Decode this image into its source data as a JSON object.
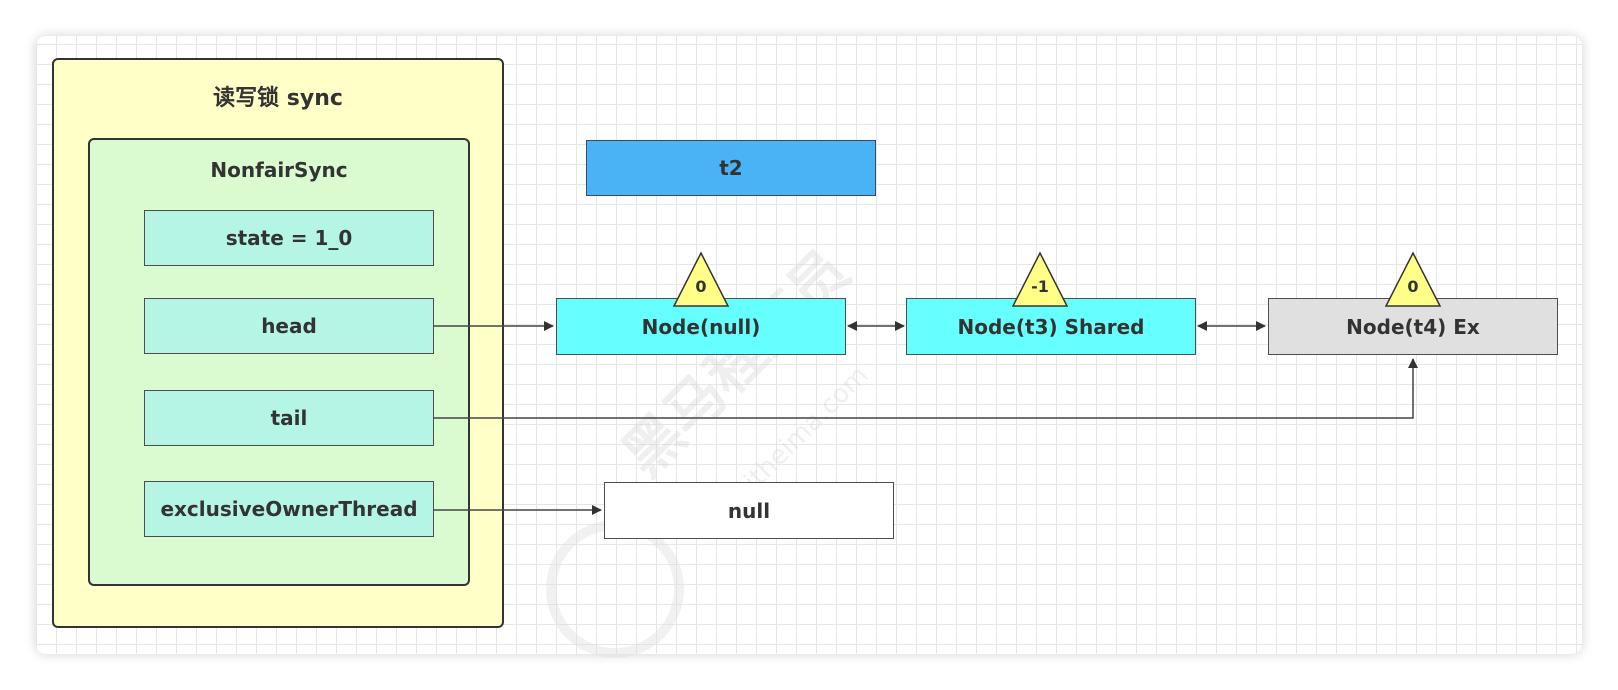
{
  "outer": {
    "title": "读写锁 sync"
  },
  "inner": {
    "title": "NonfairSync"
  },
  "fields": {
    "state": "state = 1_0",
    "head": "head",
    "tail": "tail",
    "owner": "exclusiveOwnerThread"
  },
  "thread_box": "t2",
  "nodes": [
    {
      "label": "Node(null)",
      "status": "0"
    },
    {
      "label": "Node(t3) Shared",
      "status": "-1"
    },
    {
      "label": "Node(t4) Ex",
      "status": "0"
    }
  ],
  "null_box": "null",
  "watermark": {
    "cn": "黑马程序员",
    "url": "www.itheima.com"
  },
  "colors": {
    "outer_fill": "#ffffc8",
    "inner_fill": "#dafad0",
    "field_fill": "#b4f5e6",
    "thread_fill": "#4ab3f5",
    "node_fill": "#66ffff",
    "tail_node_fill": "#e0e0e0",
    "status_fill": "#ffff88"
  }
}
